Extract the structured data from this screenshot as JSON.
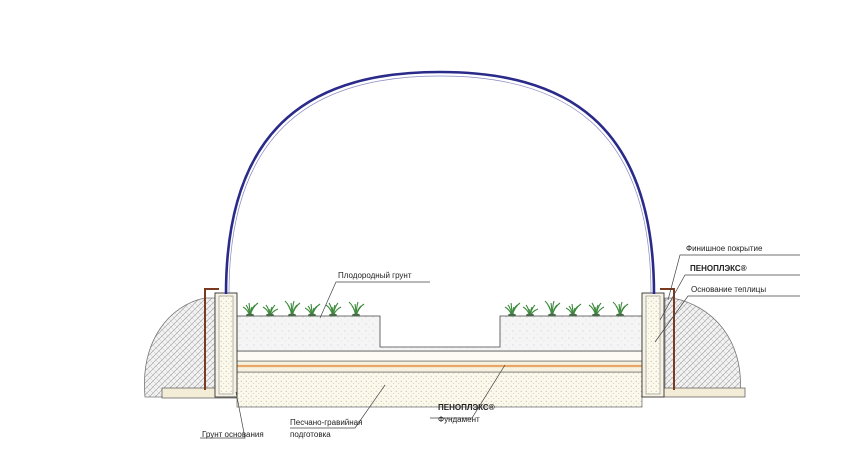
{
  "labels": {
    "finish_coating": "Финишное покрытие",
    "penoplex_top": "ПЕНОПЛЭКС®",
    "greenhouse_base": "Основание теплицы",
    "fertile_soil": "Плодородный грунт",
    "penoplex_bottom": "ПЕНОПЛЭКС®",
    "foundation": "Фундамент",
    "sand_gravel_line1": "Песчано-гравийная",
    "sand_gravel_line2": "подготовка",
    "base_soil": "Грунт основания"
  },
  "colors": {
    "arch": "#2a2a8a",
    "finish_coating": "#7a3a20",
    "insulation_band": "#e8a766",
    "soil_hatch": "#9a9a9a",
    "sand_dots": "#b8b090",
    "plants": "#3d8a3d"
  }
}
